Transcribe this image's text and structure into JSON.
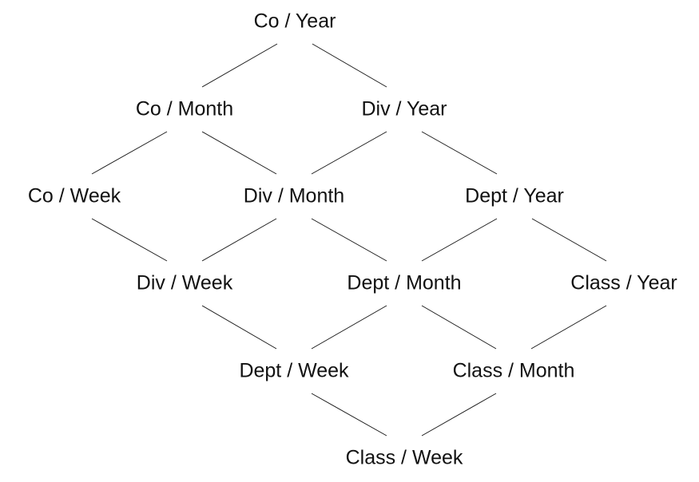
{
  "diagram": {
    "nodes": {
      "co_year": "Co / Year",
      "co_month": "Co / Month",
      "div_year": "Div / Year",
      "co_week": "Co / Week",
      "div_month": "Div / Month",
      "dept_year": "Dept / Year",
      "div_week": "Div / Week",
      "dept_month": "Dept / Month",
      "class_year": "Class / Year",
      "dept_week": "Dept / Week",
      "class_month": "Class / Month",
      "class_week": "Class / Week"
    },
    "edges": [
      [
        "co_year",
        "co_month"
      ],
      [
        "co_year",
        "div_year"
      ],
      [
        "co_month",
        "co_week"
      ],
      [
        "co_month",
        "div_month"
      ],
      [
        "div_year",
        "div_month"
      ],
      [
        "div_year",
        "dept_year"
      ],
      [
        "co_week",
        "div_week"
      ],
      [
        "div_month",
        "div_week"
      ],
      [
        "div_month",
        "dept_month"
      ],
      [
        "dept_year",
        "dept_month"
      ],
      [
        "dept_year",
        "class_year"
      ],
      [
        "div_week",
        "dept_week"
      ],
      [
        "dept_month",
        "dept_week"
      ],
      [
        "dept_month",
        "class_month"
      ],
      [
        "class_year",
        "class_month"
      ],
      [
        "dept_week",
        "class_week"
      ],
      [
        "class_month",
        "class_week"
      ]
    ]
  }
}
